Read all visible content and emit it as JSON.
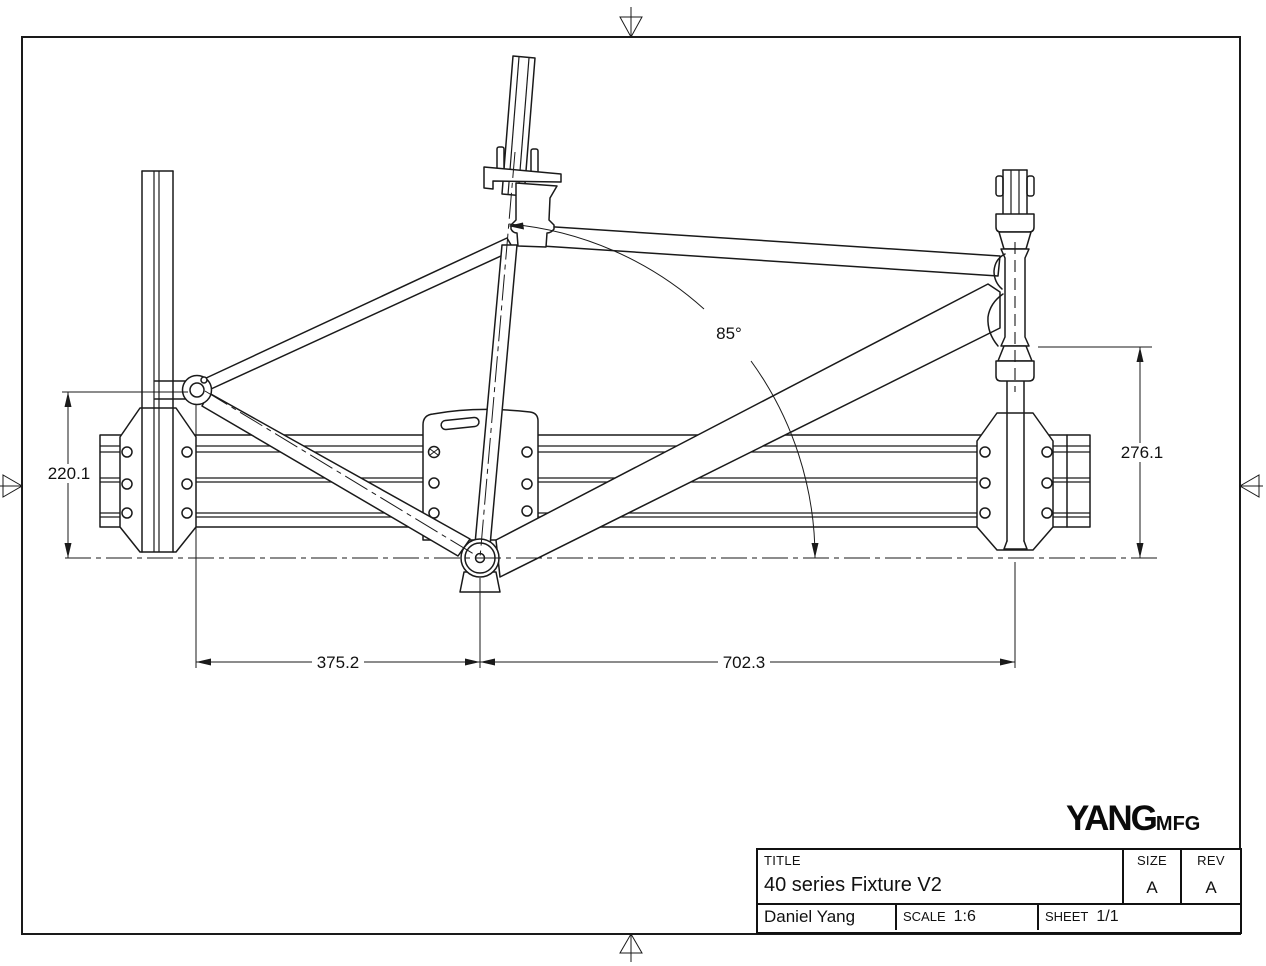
{
  "sheet": {
    "colors": {
      "ink": "#1a1a1a",
      "paper": "#ffffff"
    },
    "dims": {
      "rear_axle_height": "220.1",
      "head_height": "276.1",
      "rear_center": "375.2",
      "front_center": "702.3",
      "seat_tube_angle": "85°"
    },
    "title_block": {
      "title_label": "TITLE",
      "title": "40 series Fixture V2",
      "size_label": "SIZE",
      "size": "A",
      "rev_label": "REV",
      "rev": "A",
      "author": "Daniel Yang",
      "scale_label": "SCALE",
      "scale": "1:6",
      "sheet_label": "SHEET",
      "sheet": "1/1"
    },
    "logo": {
      "brand": "YANG",
      "suffix": "MFG"
    }
  }
}
